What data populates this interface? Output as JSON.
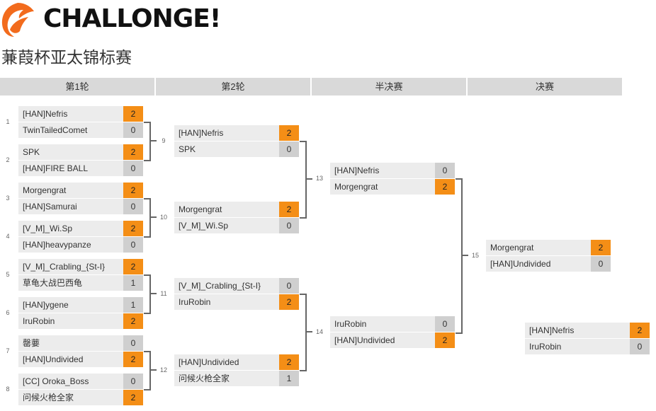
{
  "header": {
    "brand": "CHALLONGE!",
    "tournament_title": "蒹葭杯亚太锦标赛"
  },
  "rounds": [
    "第1轮",
    "第2轮",
    "半决赛",
    "决赛"
  ],
  "matches": {
    "m1": {
      "id": "1",
      "p1": {
        "name": "[HAN]Nefris",
        "score": "2"
      },
      "p2": {
        "name": "TwinTailedComet",
        "score": "0"
      }
    },
    "m2": {
      "id": "2",
      "p1": {
        "name": "SPK",
        "score": "2"
      },
      "p2": {
        "name": "[HAN]FIRE BALL",
        "score": "0"
      }
    },
    "m3": {
      "id": "3",
      "p1": {
        "name": "Morgengrat",
        "score": "2"
      },
      "p2": {
        "name": "[HAN]Samurai",
        "score": "0"
      }
    },
    "m4": {
      "id": "4",
      "p1": {
        "name": "[V_M]_Wi.Sp",
        "score": "2"
      },
      "p2": {
        "name": "[HAN]heavypanze",
        "score": "0"
      }
    },
    "m5": {
      "id": "5",
      "p1": {
        "name": "[V_M]_Crabling_{St-I}",
        "score": "2"
      },
      "p2": {
        "name": "草龟大战巴西龟",
        "score": "1"
      }
    },
    "m6": {
      "id": "6",
      "p1": {
        "name": "[HAN]ygene",
        "score": "1"
      },
      "p2": {
        "name": "IruRobin",
        "score": "2"
      }
    },
    "m7": {
      "id": "7",
      "p1": {
        "name": "罄葽",
        "score": "0"
      },
      "p2": {
        "name": "[HAN]Undivided",
        "score": "2"
      }
    },
    "m8": {
      "id": "8",
      "p1": {
        "name": "[CC] Oroka_Boss",
        "score": "0"
      },
      "p2": {
        "name": "问候火枪全家",
        "score": "2"
      }
    },
    "m9": {
      "id": "9",
      "p1": {
        "name": "[HAN]Nefris",
        "score": "2"
      },
      "p2": {
        "name": "SPK",
        "score": "0"
      }
    },
    "m10": {
      "id": "10",
      "p1": {
        "name": "Morgengrat",
        "score": "2"
      },
      "p2": {
        "name": "[V_M]_Wi.Sp",
        "score": "0"
      }
    },
    "m11": {
      "id": "11",
      "p1": {
        "name": "[V_M]_Crabling_{St-I}",
        "score": "0"
      },
      "p2": {
        "name": "IruRobin",
        "score": "2"
      }
    },
    "m12": {
      "id": "12",
      "p1": {
        "name": "[HAN]Undivided",
        "score": "2"
      },
      "p2": {
        "name": "问候火枪全家",
        "score": "1"
      }
    },
    "m13": {
      "id": "13",
      "p1": {
        "name": "[HAN]Nefris",
        "score": "0"
      },
      "p2": {
        "name": "Morgengrat",
        "score": "2"
      }
    },
    "m14": {
      "id": "14",
      "p1": {
        "name": "IruRobin",
        "score": "0"
      },
      "p2": {
        "name": "[HAN]Undivided",
        "score": "2"
      }
    },
    "m15": {
      "id": "15",
      "p1": {
        "name": "Morgengrat",
        "score": "2"
      },
      "p2": {
        "name": "[HAN]Undivided",
        "score": "0"
      }
    },
    "m16": {
      "p1": {
        "name": "[HAN]Nefris",
        "score": "2"
      },
      "p2": {
        "name": "IruRobin",
        "score": "0"
      }
    }
  },
  "colors": {
    "winner_score_bg": "#f48e16",
    "loser_score_bg": "#cfcfcf",
    "player_bg": "#ececec",
    "header_bg": "#d9d9d9"
  }
}
